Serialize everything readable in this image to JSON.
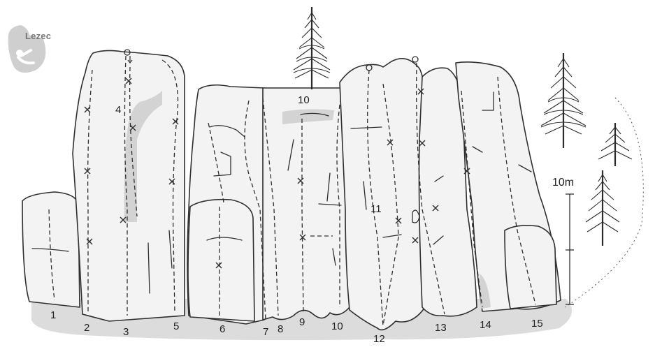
{
  "logo": {
    "text": "Lezec"
  },
  "scale": {
    "label": "10m"
  },
  "route_numbers": [
    "1",
    "2",
    "3",
    "4",
    "5",
    "6",
    "7",
    "8",
    "9",
    "10",
    "10",
    "11",
    "12",
    "13",
    "14",
    "15"
  ]
}
